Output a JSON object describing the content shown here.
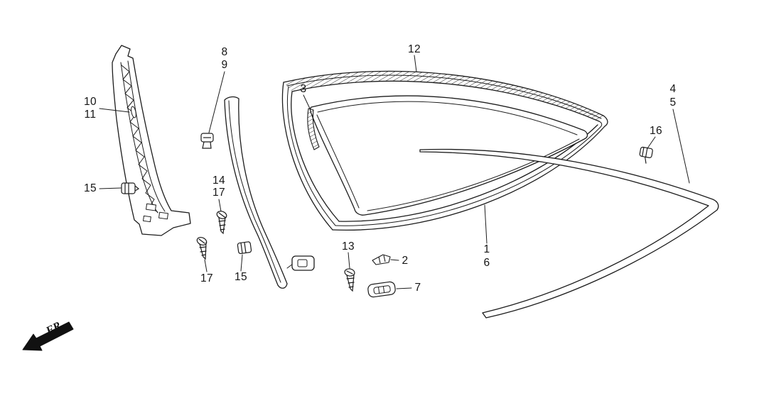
{
  "diagram": {
    "fr_label": "FR.",
    "colors": {
      "background": "#ffffff",
      "line": "#1c1c1c"
    },
    "icons": {
      "fr_arrow": "front-direction-arrow"
    },
    "callouts": [
      {
        "label": "10"
      },
      {
        "label": "11"
      },
      {
        "label": "15"
      },
      {
        "label": "8"
      },
      {
        "label": "9"
      },
      {
        "label": "14"
      },
      {
        "label": "17"
      },
      {
        "label": "17"
      },
      {
        "label": "15"
      },
      {
        "label": "3"
      },
      {
        "label": "12"
      },
      {
        "label": "13"
      },
      {
        "label": "2"
      },
      {
        "label": "7"
      },
      {
        "label": "1"
      },
      {
        "label": "6"
      },
      {
        "label": "4"
      },
      {
        "label": "5"
      },
      {
        "label": "16"
      }
    ]
  }
}
